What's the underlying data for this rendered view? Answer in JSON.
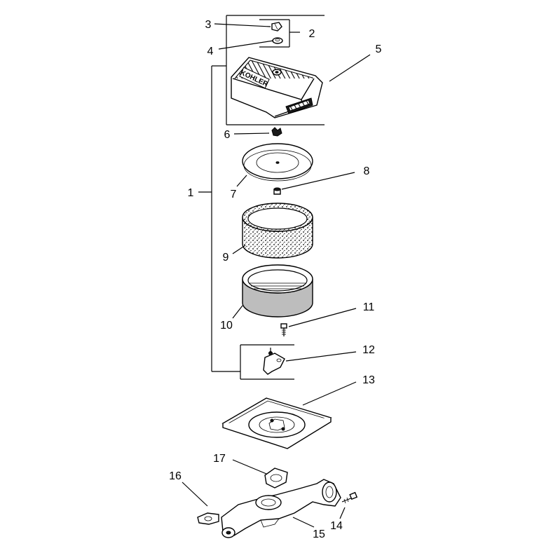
{
  "callouts": {
    "c1": "1",
    "c2": "2",
    "c3": "3",
    "c4": "4",
    "c5": "5",
    "c6": "6",
    "c7": "7",
    "c8": "8",
    "c9": "9",
    "c10": "10",
    "c11": "11",
    "c12": "12",
    "c13": "13",
    "c14": "14",
    "c15": "15",
    "c16": "16",
    "c17": "17"
  },
  "cover_brand": "KOHLER"
}
